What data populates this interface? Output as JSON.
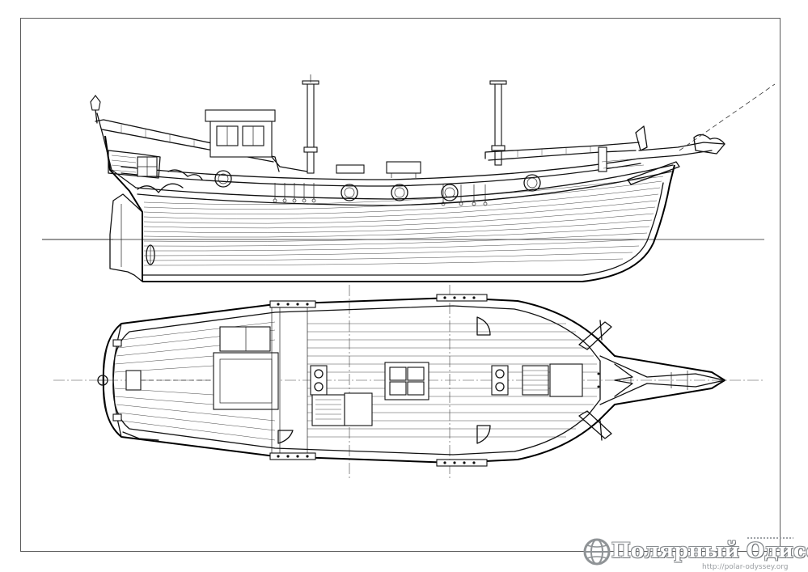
{
  "drawing": {
    "views": [
      "side-elevation",
      "deck-plan"
    ],
    "line_color": "#111111",
    "background": "#ffffff"
  },
  "watermark": {
    "title": "Полярный Одиссей",
    "url": "http://polar-odyssey.org",
    "color": "#8f9396"
  }
}
